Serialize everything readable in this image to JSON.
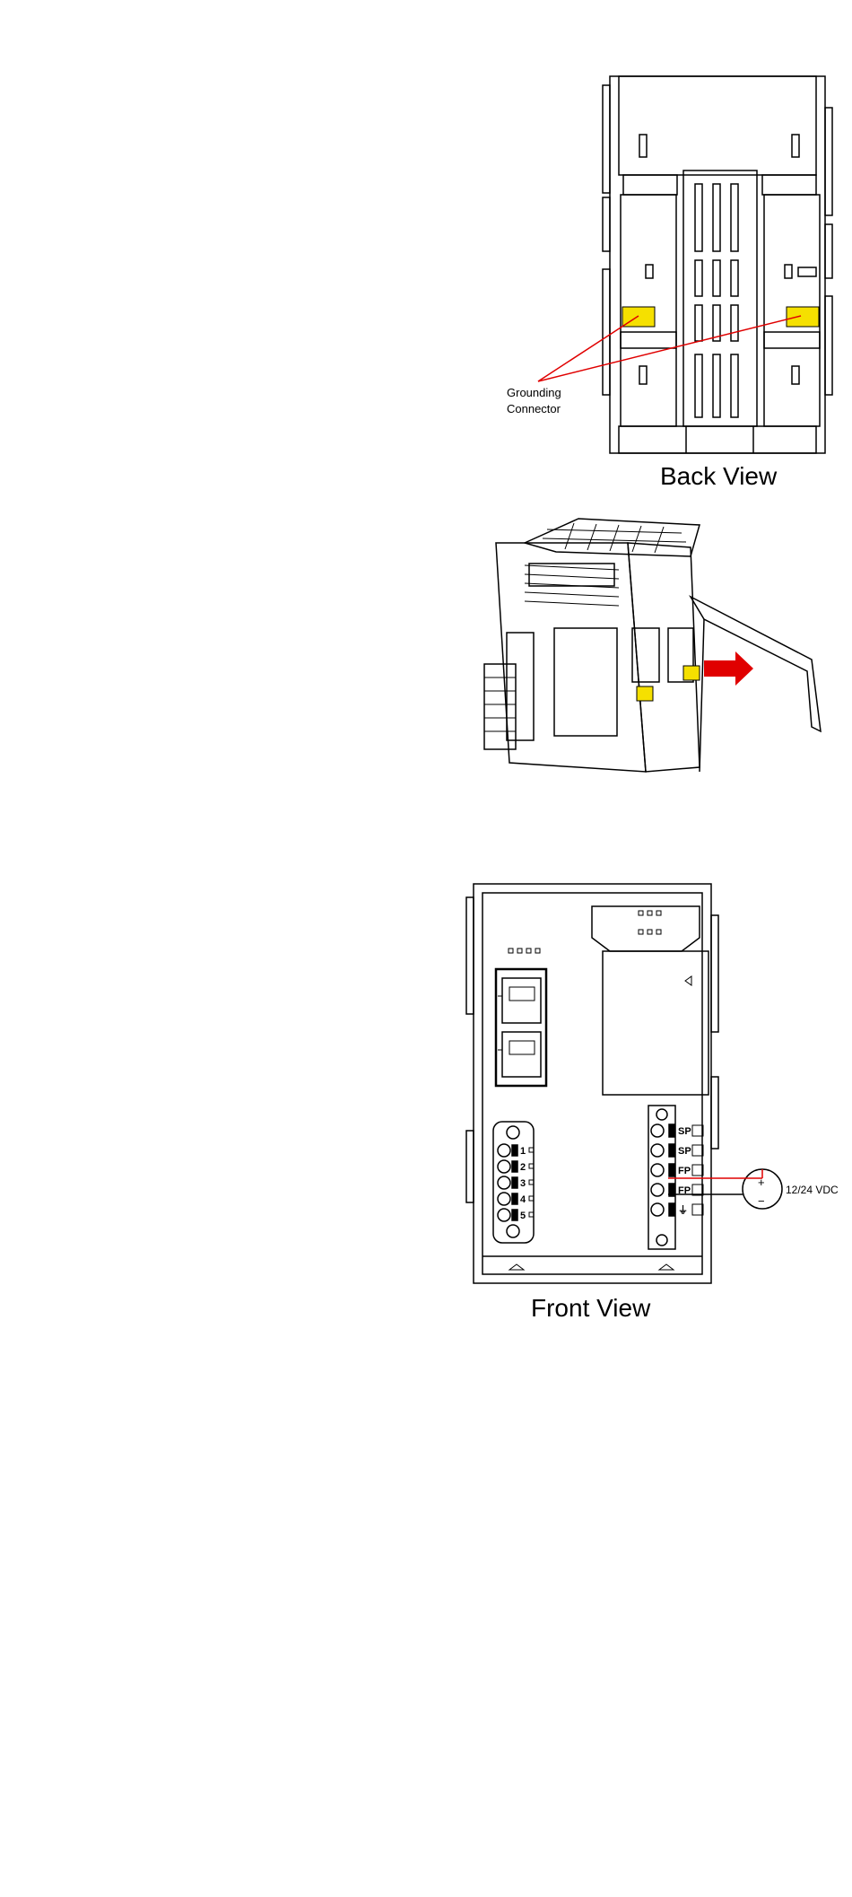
{
  "figures": {
    "back_view": {
      "caption": "Back View",
      "callout_line1": "Grounding",
      "callout_line2": "Connector"
    },
    "front_view": {
      "caption": "Front View",
      "port_numbers": [
        "1",
        "2",
        "3",
        "4",
        "5"
      ],
      "terminal_labels": [
        "SP",
        "SP",
        "FP",
        "FP",
        "⏚"
      ],
      "supply_label": "12/24 VDC",
      "supply_plus": "+",
      "supply_minus": "−"
    }
  },
  "colors": {
    "line": "#000000",
    "highlight": "#f5e000",
    "callout": "#e00000"
  }
}
